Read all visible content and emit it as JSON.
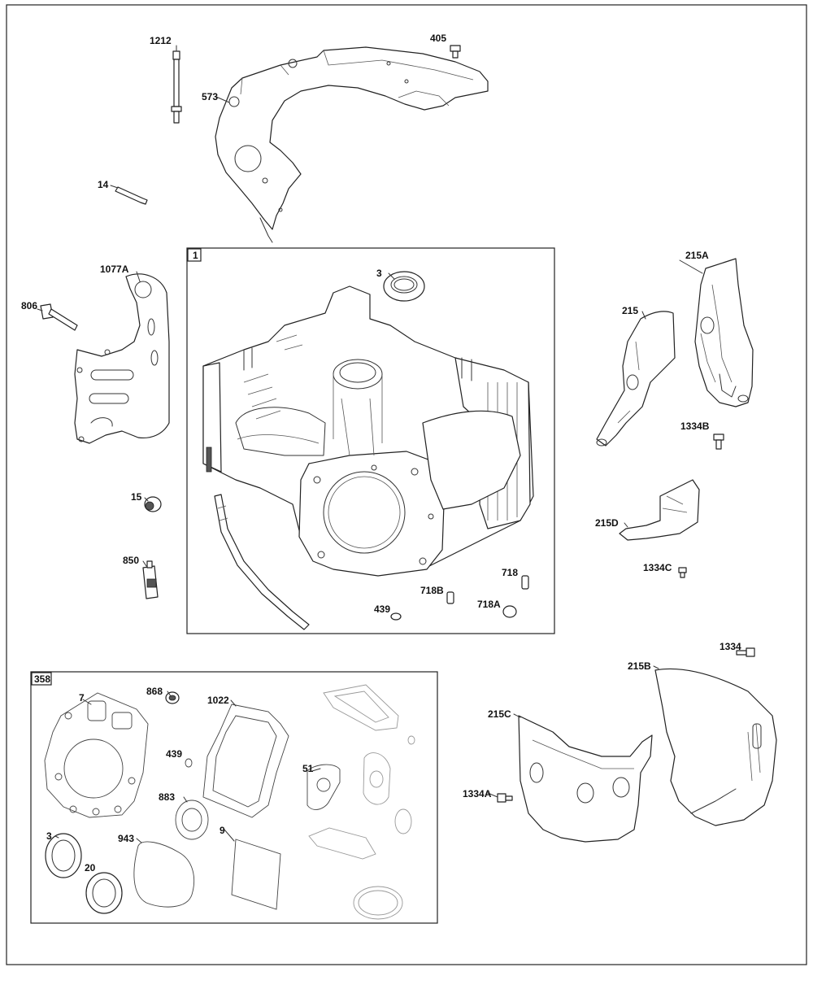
{
  "diagram": {
    "boxes": [
      {
        "id": "box-engine-block",
        "label": "1"
      },
      {
        "id": "box-gasket-set",
        "label": "358"
      }
    ],
    "callouts": [
      {
        "id": "callout-1212",
        "text": "1212"
      },
      {
        "id": "callout-405",
        "text": "405"
      },
      {
        "id": "callout-573",
        "text": "573"
      },
      {
        "id": "callout-14",
        "text": "14"
      },
      {
        "id": "callout-1077a",
        "text": "1077A"
      },
      {
        "id": "callout-806",
        "text": "806"
      },
      {
        "id": "callout-3-seal",
        "text": "3"
      },
      {
        "id": "callout-215a",
        "text": "215A"
      },
      {
        "id": "callout-215",
        "text": "215"
      },
      {
        "id": "callout-1334b",
        "text": "1334B"
      },
      {
        "id": "callout-15",
        "text": "15"
      },
      {
        "id": "callout-215d",
        "text": "215D"
      },
      {
        "id": "callout-850",
        "text": "850"
      },
      {
        "id": "callout-1334c",
        "text": "1334C"
      },
      {
        "id": "callout-718",
        "text": "718"
      },
      {
        "id": "callout-718b",
        "text": "718B"
      },
      {
        "id": "callout-718a",
        "text": "718A"
      },
      {
        "id": "callout-439-block",
        "text": "439"
      },
      {
        "id": "callout-1334",
        "text": "1334"
      },
      {
        "id": "callout-215b",
        "text": "215B"
      },
      {
        "id": "callout-215c",
        "text": "215C"
      },
      {
        "id": "callout-1334a",
        "text": "1334A"
      },
      {
        "id": "callout-7",
        "text": "7"
      },
      {
        "id": "callout-868",
        "text": "868"
      },
      {
        "id": "callout-1022",
        "text": "1022"
      },
      {
        "id": "callout-439-set",
        "text": "439"
      },
      {
        "id": "callout-51",
        "text": "51"
      },
      {
        "id": "callout-883",
        "text": "883"
      },
      {
        "id": "callout-943",
        "text": "943"
      },
      {
        "id": "callout-9",
        "text": "9"
      },
      {
        "id": "callout-3-set",
        "text": "3"
      },
      {
        "id": "callout-20",
        "text": "20"
      }
    ]
  }
}
